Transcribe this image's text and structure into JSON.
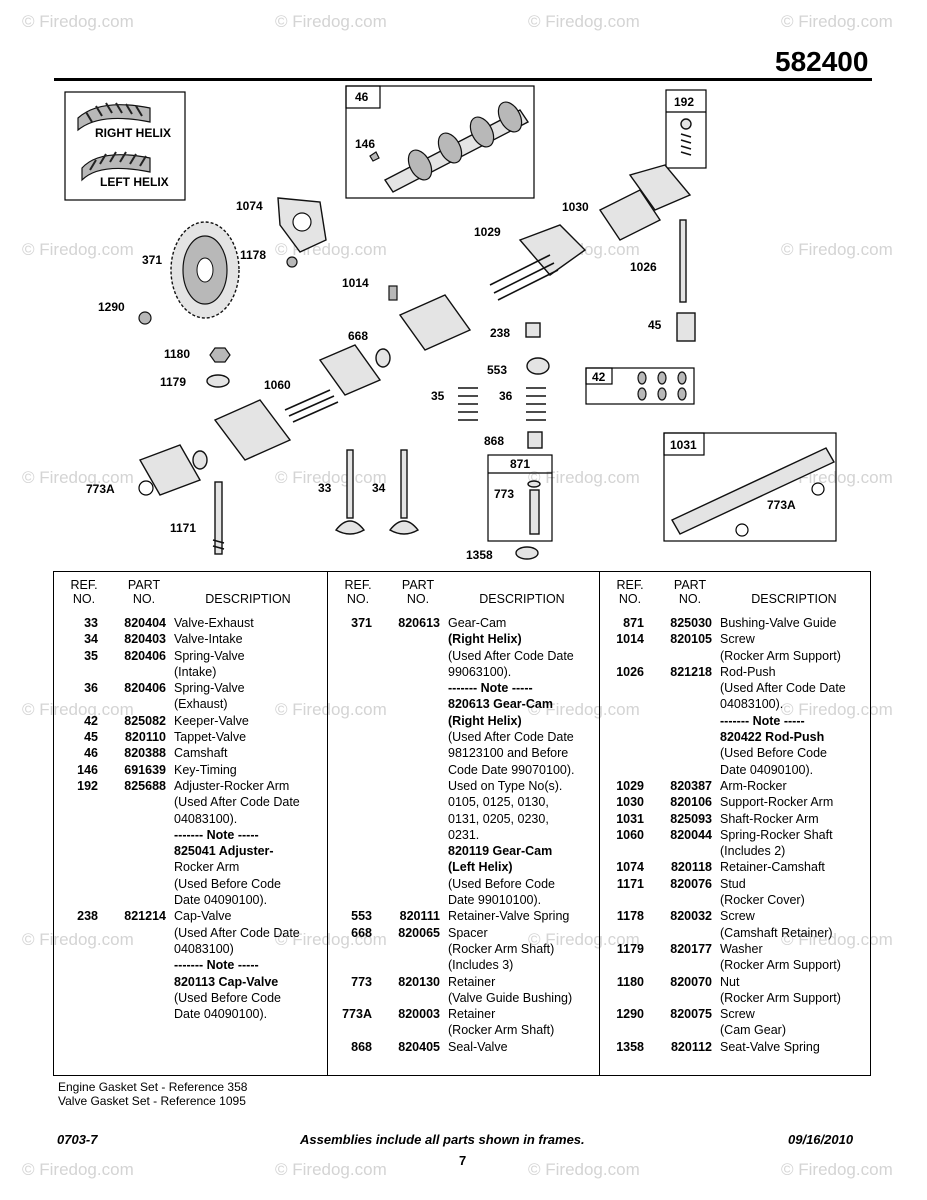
{
  "watermark": "© Firedog.com",
  "model_number": "582400",
  "diagram": {
    "helix_right": "RIGHT HELIX",
    "helix_left": "LEFT HELIX",
    "callouts": [
      "46",
      "146",
      "192",
      "1074",
      "1030",
      "1029",
      "371",
      "1178",
      "1026",
      "1014",
      "1290",
      "668",
      "238",
      "45",
      "1180",
      "553",
      "42",
      "1179",
      "1060",
      "35",
      "36",
      "868",
      "871",
      "1031",
      "773A",
      "33",
      "34",
      "773",
      "773A",
      "1171",
      "1358"
    ]
  },
  "table": {
    "headers": {
      "ref": "REF.\nNO.",
      "part": "PART\nNO.",
      "desc": "DESCRIPTION"
    },
    "columns": [
      [
        {
          "ref": "33",
          "part": "820404",
          "desc": "Valve-Exhaust"
        },
        {
          "ref": "34",
          "part": "820403",
          "desc": "Valve-Intake"
        },
        {
          "ref": "35",
          "part": "820406",
          "desc": "Spring-Valve"
        },
        {
          "ref": "",
          "part": "",
          "desc": "(Intake)"
        },
        {
          "ref": "36",
          "part": "820406",
          "desc": "Spring-Valve"
        },
        {
          "ref": "",
          "part": "",
          "desc": "(Exhaust)"
        },
        {
          "ref": "42",
          "part": "825082",
          "desc": "Keeper-Valve"
        },
        {
          "ref": "45",
          "part": "820110",
          "desc": "Tappet-Valve"
        },
        {
          "ref": "46",
          "part": "820388",
          "desc": "Camshaft"
        },
        {
          "ref": "146",
          "part": "691639",
          "desc": "Key-Timing"
        },
        {
          "ref": "192",
          "part": "825688",
          "desc": "Adjuster-Rocker Arm"
        },
        {
          "ref": "",
          "part": "",
          "desc": "(Used After Code Date"
        },
        {
          "ref": "",
          "part": "",
          "desc": "04083100)."
        },
        {
          "ref": "",
          "part": "",
          "desc": "------- Note -----",
          "bold": true
        },
        {
          "ref": "",
          "part": "",
          "desc": "825041 Adjuster-",
          "bold": true
        },
        {
          "ref": "",
          "part": "",
          "desc": "Rocker Arm"
        },
        {
          "ref": "",
          "part": "",
          "desc": "(Used Before Code"
        },
        {
          "ref": "",
          "part": "",
          "desc": "Date 04090100)."
        },
        {
          "ref": "238",
          "part": "821214",
          "desc": "Cap-Valve"
        },
        {
          "ref": "",
          "part": "",
          "desc": "(Used After Code Date"
        },
        {
          "ref": "",
          "part": "",
          "desc": "04083100)"
        },
        {
          "ref": "",
          "part": "",
          "desc": "------- Note -----",
          "bold": true
        },
        {
          "ref": "",
          "part": "",
          "desc": "820113 Cap-Valve",
          "bold": true
        },
        {
          "ref": "",
          "part": "",
          "desc": "(Used Before Code"
        },
        {
          "ref": "",
          "part": "",
          "desc": "Date 04090100)."
        }
      ],
      [
        {
          "ref": "371",
          "part": "820613",
          "desc": "Gear-Cam"
        },
        {
          "ref": "",
          "part": "",
          "desc": "(Right Helix)",
          "bold": true
        },
        {
          "ref": "",
          "part": "",
          "desc": "(Used After Code Date"
        },
        {
          "ref": "",
          "part": "",
          "desc": "99063100)."
        },
        {
          "ref": "",
          "part": "",
          "desc": "------- Note -----",
          "bold": true
        },
        {
          "ref": "",
          "part": "",
          "desc": "820613 Gear-Cam",
          "bold": true
        },
        {
          "ref": "",
          "part": "",
          "desc": "(Right Helix)",
          "bold": true
        },
        {
          "ref": "",
          "part": "",
          "desc": "(Used After Code Date"
        },
        {
          "ref": "",
          "part": "",
          "desc": "98123100 and Before"
        },
        {
          "ref": "",
          "part": "",
          "desc": "Code Date 99070100)."
        },
        {
          "ref": "",
          "part": "",
          "desc": "Used on Type No(s)."
        },
        {
          "ref": "",
          "part": "",
          "desc": "0105, 0125, 0130,"
        },
        {
          "ref": "",
          "part": "",
          "desc": "0131, 0205, 0230,"
        },
        {
          "ref": "",
          "part": "",
          "desc": "0231."
        },
        {
          "ref": "",
          "part": "",
          "desc": "820119 Gear-Cam",
          "bold": true
        },
        {
          "ref": "",
          "part": "",
          "desc": "(Left Helix)",
          "bold": true
        },
        {
          "ref": "",
          "part": "",
          "desc": "(Used Before Code"
        },
        {
          "ref": "",
          "part": "",
          "desc": "Date 99010100)."
        },
        {
          "ref": "553",
          "part": "820111",
          "desc": "Retainer-Valve Spring"
        },
        {
          "ref": "668",
          "part": "820065",
          "desc": "Spacer"
        },
        {
          "ref": "",
          "part": "",
          "desc": "(Rocker Arm Shaft)"
        },
        {
          "ref": "",
          "part": "",
          "desc": "(Includes 3)"
        },
        {
          "ref": "773",
          "part": "820130",
          "desc": "Retainer"
        },
        {
          "ref": "",
          "part": "",
          "desc": "(Valve Guide Bushing)"
        },
        {
          "ref": "773A",
          "part": "820003",
          "desc": "Retainer"
        },
        {
          "ref": "",
          "part": "",
          "desc": "(Rocker Arm Shaft)"
        },
        {
          "ref": "868",
          "part": "820405",
          "desc": "Seal-Valve"
        }
      ],
      [
        {
          "ref": "871",
          "part": "825030",
          "desc": "Bushing-Valve Guide"
        },
        {
          "ref": "1014",
          "part": "820105",
          "desc": "Screw"
        },
        {
          "ref": "",
          "part": "",
          "desc": "(Rocker Arm Support)"
        },
        {
          "ref": "1026",
          "part": "821218",
          "desc": "Rod-Push"
        },
        {
          "ref": "",
          "part": "",
          "desc": "(Used After Code Date"
        },
        {
          "ref": "",
          "part": "",
          "desc": "04083100)."
        },
        {
          "ref": "",
          "part": "",
          "desc": "------- Note -----",
          "bold": true
        },
        {
          "ref": "",
          "part": "",
          "desc": "820422 Rod-Push",
          "bold": true
        },
        {
          "ref": "",
          "part": "",
          "desc": "(Used Before Code"
        },
        {
          "ref": "",
          "part": "",
          "desc": "Date 04090100)."
        },
        {
          "ref": "1029",
          "part": "820387",
          "desc": "Arm-Rocker"
        },
        {
          "ref": "1030",
          "part": "820106",
          "desc": "Support-Rocker Arm"
        },
        {
          "ref": "1031",
          "part": "825093",
          "desc": "Shaft-Rocker Arm"
        },
        {
          "ref": "1060",
          "part": "820044",
          "desc": "Spring-Rocker Shaft"
        },
        {
          "ref": "",
          "part": "",
          "desc": "(Includes 2)"
        },
        {
          "ref": "1074",
          "part": "820118",
          "desc": "Retainer-Camshaft"
        },
        {
          "ref": "1171",
          "part": "820076",
          "desc": "Stud"
        },
        {
          "ref": "",
          "part": "",
          "desc": "(Rocker Cover)"
        },
        {
          "ref": "1178",
          "part": "820032",
          "desc": "Screw"
        },
        {
          "ref": "",
          "part": "",
          "desc": "(Camshaft  Retainer)"
        },
        {
          "ref": "1179",
          "part": "820177",
          "desc": "Washer"
        },
        {
          "ref": "",
          "part": "",
          "desc": "(Rocker Arm Support)"
        },
        {
          "ref": "1180",
          "part": "820070",
          "desc": "Nut"
        },
        {
          "ref": "",
          "part": "",
          "desc": "(Rocker Arm Support)"
        },
        {
          "ref": "1290",
          "part": "820075",
          "desc": "Screw"
        },
        {
          "ref": "",
          "part": "",
          "desc": "(Cam Gear)"
        },
        {
          "ref": "1358",
          "part": "820112",
          "desc": "Seat-Valve Spring"
        }
      ]
    ]
  },
  "footnotes": [
    "Engine Gasket Set - Reference 358",
    "Valve Gasket Set - Reference 1095"
  ],
  "footer": {
    "left": "0703-7",
    "center": "Assemblies include all parts shown in frames.",
    "right": "09/16/2010",
    "page": "7"
  }
}
